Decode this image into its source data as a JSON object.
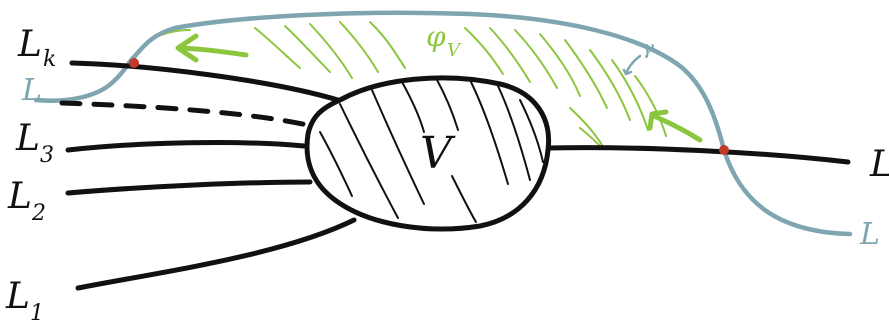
{
  "colors": {
    "legendrian": "#7fa6b0",
    "region": "#8cc63f",
    "ink": "#111111",
    "intersection_point": "#c0392b",
    "background": "#ffffff"
  },
  "labels": {
    "L_k_main": "L",
    "L_k_sub": "k",
    "L_left": "L",
    "L_3_main": "L",
    "L_3_sub": "3",
    "L_2_main": "L",
    "L_2_sub": "2",
    "L_1_main": "L",
    "L_1_sub": "1",
    "L_right_black": "L",
    "L_right_teal": "L",
    "center": "V",
    "phi_main": "φ",
    "phi_sub": "V",
    "gamma": "γ"
  },
  "icons": {
    "arrow_left": "arrow-left-icon",
    "arrow_right_curved": "arrow-right-icon",
    "orientation_hook": "orientation-arrow-icon"
  }
}
